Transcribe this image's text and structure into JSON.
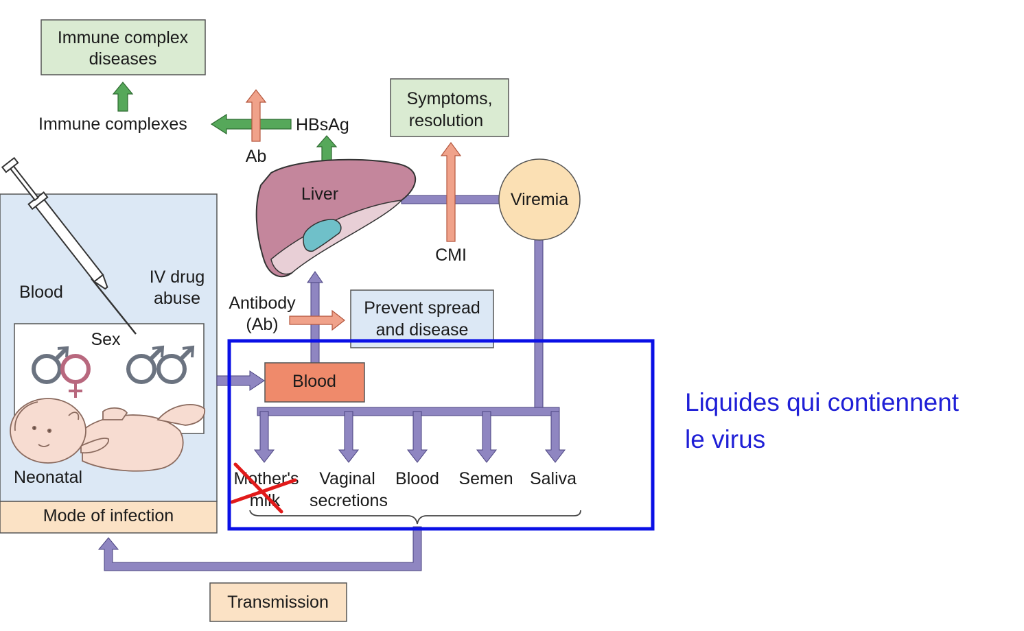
{
  "colors": {
    "immune_box_fill": "#daebd2",
    "symptoms_box_fill": "#daebd2",
    "left_panel_fill": "#dce8f5",
    "prevent_box_fill": "#dce8f5",
    "mode_fill": "#fbe2c5",
    "transmission_fill": "#fbe2c5",
    "viremia_fill": "#fbe0b4",
    "blood_box_fill": "#ef8a6b",
    "liver_fill": "#c4869c",
    "gallbladder_fill": "#6fc0c9",
    "pipe": "#8f86c1",
    "pipe_stroke": "#4a4380",
    "green_arrow": "#56a85a",
    "salmon_arrow": "#f0a28a",
    "highlight_box": "#0a10e6",
    "cross": "#e11a1a",
    "note_text": "#1f1fd6"
  },
  "icons": {
    "syringe": "syringe-icon",
    "male": "male-symbol-icon",
    "female": "female-symbol-icon",
    "baby": "baby-icon",
    "liver": "liver-icon",
    "cross": "cross-out-icon"
  },
  "labels": {
    "immune_complex_diseases": [
      "Immune complex",
      "diseases"
    ],
    "immune_complexes": "Immune complexes",
    "ab": "Ab",
    "hbsag": "HBsAg",
    "symptoms_resolution": [
      "Symptoms,",
      "resolution"
    ],
    "liver": "Liver",
    "viremia": "Viremia",
    "cmi": "CMI",
    "blood_left": "Blood",
    "iv_drug_abuse": [
      "IV drug",
      "abuse"
    ],
    "sex": "Sex",
    "neonatal": "Neonatal",
    "mode_of_infection": "Mode of infection",
    "antibody": [
      "Antibody",
      "(Ab)"
    ],
    "prevent_spread": [
      "Prevent spread",
      "and disease"
    ],
    "blood_box": "Blood",
    "fluids": {
      "mothers_milk": [
        "Mother's",
        "milk"
      ],
      "vaginal_secretions": [
        "Vaginal",
        "secretions"
      ],
      "blood": "Blood",
      "semen": "Semen",
      "saliva": "Saliva"
    },
    "transmission": "Transmission"
  },
  "annotation": {
    "line1": "Liquides qui contiennent",
    "line2": "le virus"
  }
}
